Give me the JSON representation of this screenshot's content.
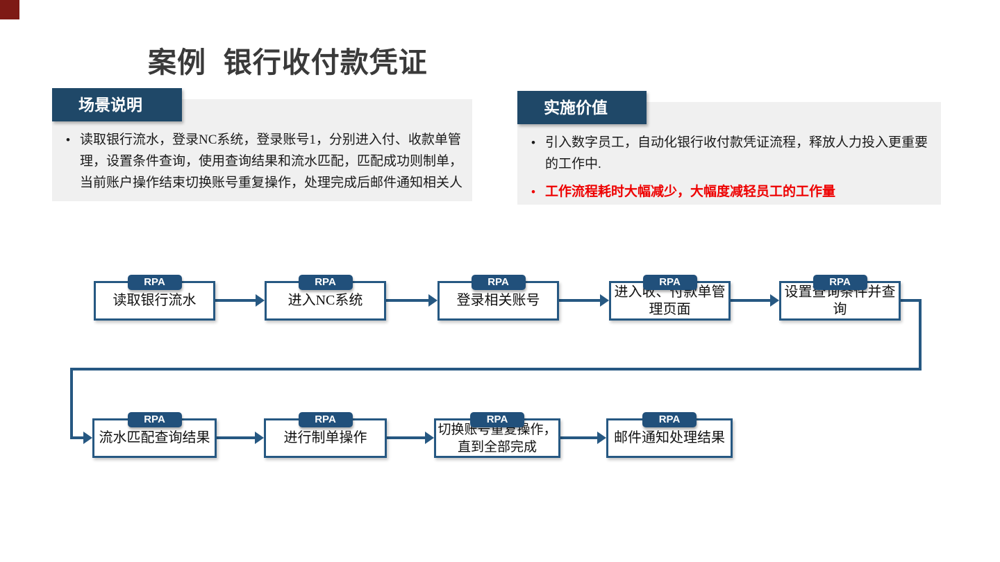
{
  "slide": {
    "title": "案例  银行收付款凭证"
  },
  "bullets": {
    "glyph": "•"
  },
  "scenario_panel": {
    "header": "场景说明",
    "bullet": "读取银行流水，登录NC系统，登录账号1，分别进入付、收款单管\n理，设置条件查询，使用查询结果和流水匹配，匹配成功则制单，\n当前账户操作结束切换账号重复操作，处理完成后邮件通知相关人"
  },
  "value_panel": {
    "header": "实施价值",
    "bullet_primary": "引入数字员工，自动化银行收付款凭证流程，释放人力投入更重要\n的工作中.",
    "bullet_highlight": "工作流程耗时大幅减少，大幅度减轻员工的工作量"
  },
  "flowchart": {
    "tag_label": "RPA",
    "steps": [
      {
        "label": "读取银行流水"
      },
      {
        "label": "进入NC系统"
      },
      {
        "label": "登录相关账号"
      },
      {
        "label": "进入收、付款单管\n理页面"
      },
      {
        "label": "设置查询条件并查\n询"
      },
      {
        "label": "流水匹配查询结果"
      },
      {
        "label": "进行制单操作"
      },
      {
        "label": "切换账号重复操作，\n直到全部完成"
      },
      {
        "label": "邮件通知处理结果"
      }
    ]
  },
  "colors": {
    "header_blue": "#1F4868",
    "border_blue": "#265882",
    "tag_blue": "#21507B",
    "panel_gray": "#F0F0F0",
    "title_gray": "#3A3A3A",
    "text_black": "#1A1A1A",
    "highlight_red": "#EE0000",
    "corner_red": "#7E1A15"
  }
}
